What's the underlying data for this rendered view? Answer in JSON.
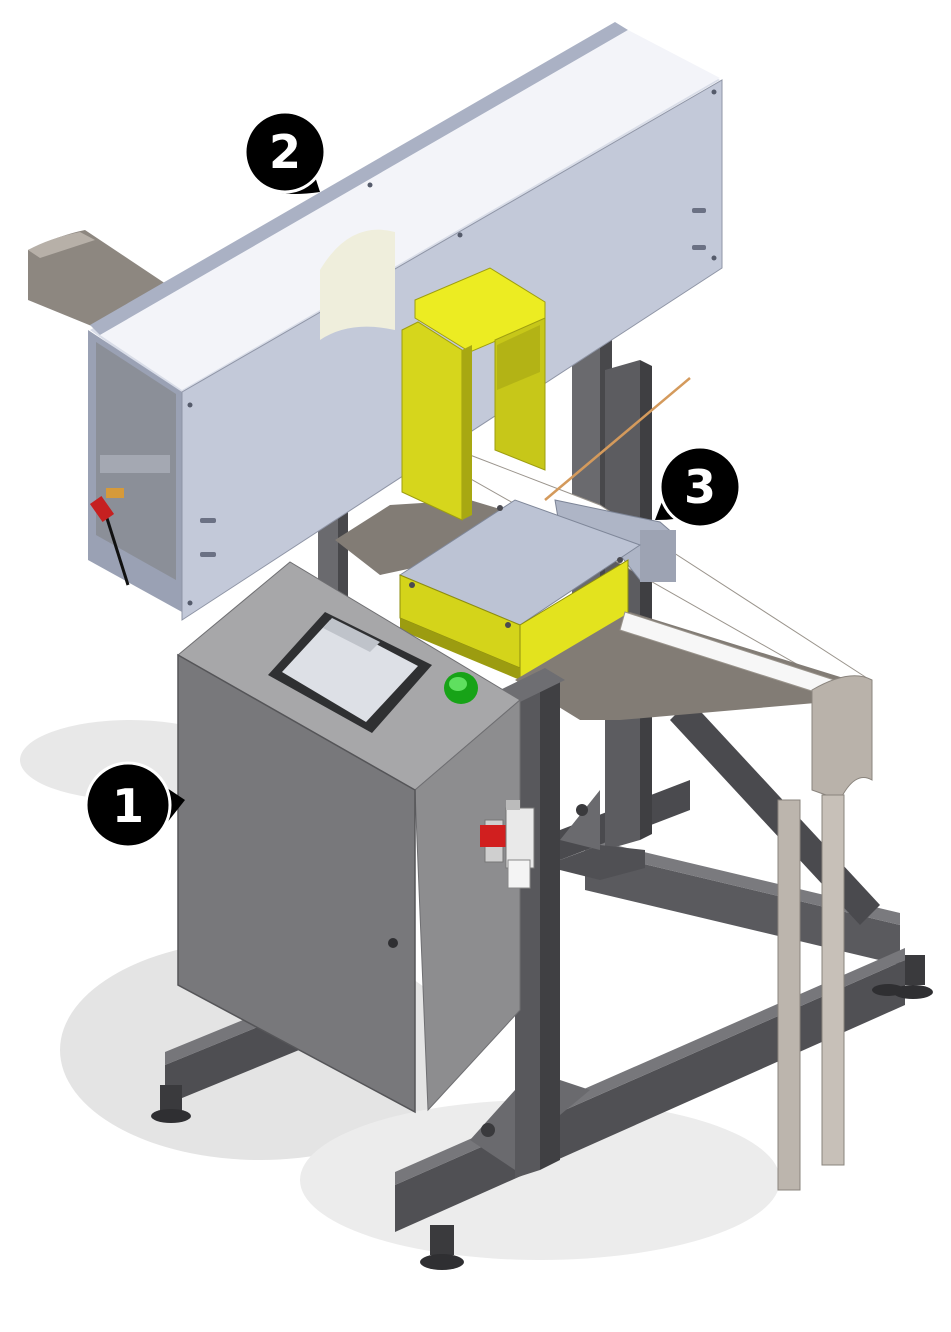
{
  "callouts": [
    {
      "id": "1",
      "label": "1"
    },
    {
      "id": "2",
      "label": "2"
    },
    {
      "id": "3",
      "label": "3"
    }
  ],
  "colors": {
    "frame": "#5e5e62",
    "frame_dark": "#3d3d40",
    "cabinet": "#78787a",
    "cabinet_side": "#8c8c8e",
    "cabinet_top": "#a9a9ab",
    "tunnel": "#c2c8d8",
    "tunnel_inner": "#eef0f6",
    "conveyor_belt": "#7d7872",
    "conveyor_side": "#bdb6ae",
    "guard_yellow": "#e6e61e",
    "guard_yellow_dark": "#b8b814",
    "plate": "#b7bfd1",
    "button_green": "#22bb22",
    "regulator_red": "#d31c1c",
    "callout_black": "#000000"
  },
  "icons": [
    "touchscreen-hmi",
    "green-push-button",
    "air-regulator",
    "cable-connector"
  ]
}
